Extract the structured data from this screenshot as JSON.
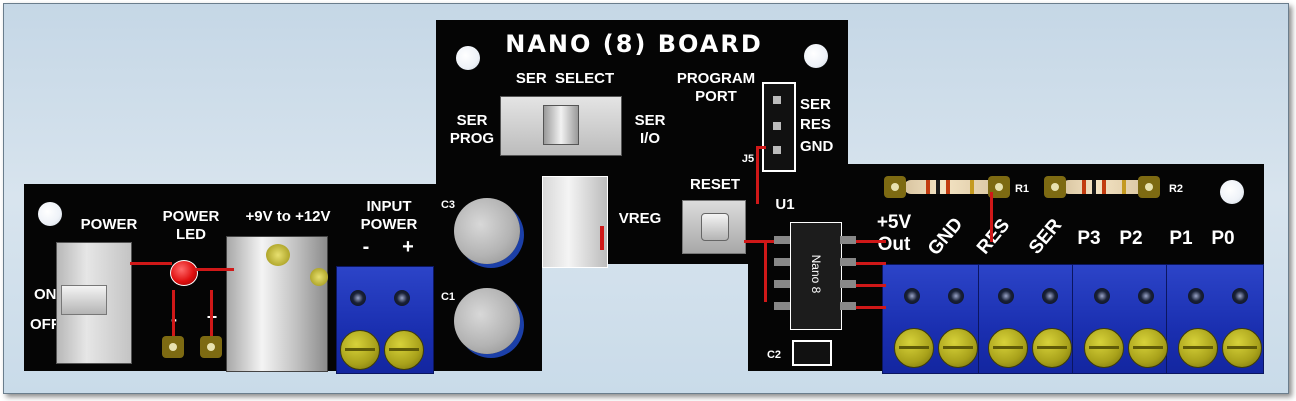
{
  "board": {
    "title": "NANO (8) BOARD",
    "labels": {
      "power": "POWER",
      "power_led": "POWER\nLED",
      "voltage": "+9V to +12V",
      "input_power": "INPUT\nPOWER",
      "minus": "-",
      "plus": "+",
      "on": "ON",
      "off": "OFF",
      "ser_select": "SER  SELECT",
      "ser_prog": "SER\nPROG",
      "ser_io": "SER\nI/O",
      "program_port": "PROGRAM\nPORT",
      "pin_ser": "SER",
      "pin_res": "RES",
      "pin_gnd": "GND",
      "j5": "J5",
      "reset": "RESET",
      "vreg": "VREG",
      "u1": "U1",
      "c1": "C1",
      "c2": "C2",
      "c3": "C3",
      "r1": "R1",
      "r2": "R2",
      "chip": "Nano 8",
      "out_5v": "+5V\nOut",
      "gnd": "GND",
      "res": "RES",
      "ser": "SER",
      "p3": "P3",
      "p2": "P2",
      "p1": "P1",
      "p0": "P0",
      "led_minus": "-",
      "led_plus": "+"
    }
  },
  "colors": {
    "pcb": "#050505",
    "terminal_blue": "#1a2fb0",
    "screw_yellow": "#a8a11a",
    "trace_red": "#d01818",
    "background": "#d2e0eb"
  }
}
